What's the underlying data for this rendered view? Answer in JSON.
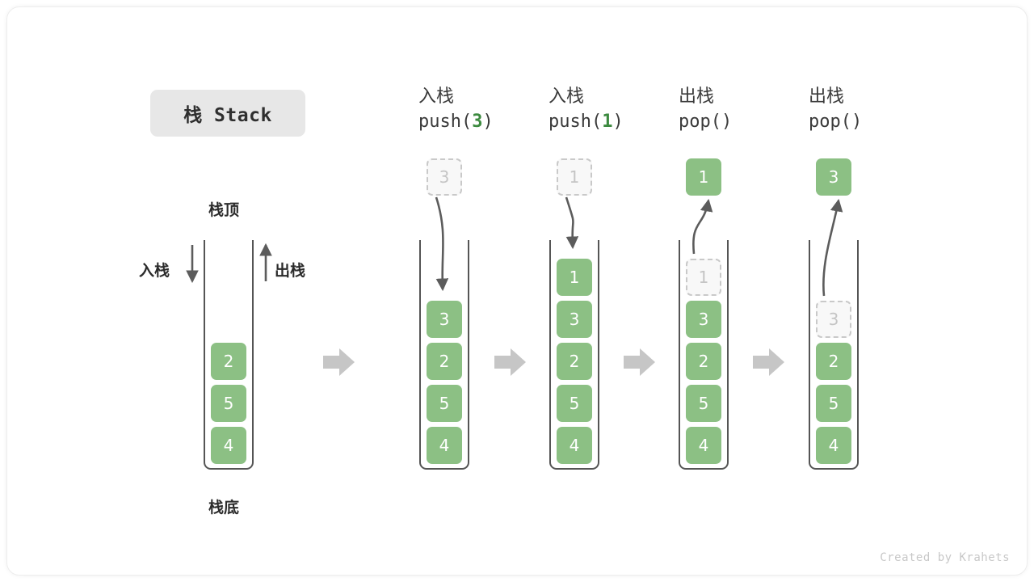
{
  "meta": {
    "title_chip": "栈 Stack",
    "footer": "Created by Krahets"
  },
  "colors": {
    "element_fill": "#8cc084",
    "element_text": "#ffffff",
    "ghost_fill": "#f8f8f8",
    "ghost_border": "#c9c9c9",
    "ghost_text": "#c5c5c5",
    "container_border": "#555555",
    "arrow_gray": "#5c5c5c",
    "block_arrow": "#c6c6c6",
    "accent_green_text": "#3c8a3f",
    "chip_bg": "#e7e7e7",
    "label_text": "#2b2b2b"
  },
  "initial": {
    "top_label": "栈顶",
    "bottom_label": "栈底",
    "push_label": "入栈",
    "pop_label": "出栈",
    "elements": [
      "2",
      "5",
      "4"
    ]
  },
  "stages": [
    {
      "id": "push-3",
      "head_cn": "入栈",
      "head_code_pre": "push(",
      "head_code_arg": "3",
      "head_code_post": ")",
      "op": "push",
      "floating_value": "3",
      "floating_style": "ghost",
      "elements": [
        {
          "value": "3",
          "style": "filled"
        },
        {
          "value": "2",
          "style": "filled"
        },
        {
          "value": "5",
          "style": "filled"
        },
        {
          "value": "4",
          "style": "filled"
        }
      ]
    },
    {
      "id": "push-1",
      "head_cn": "入栈",
      "head_code_pre": "push(",
      "head_code_arg": "1",
      "head_code_post": ")",
      "op": "push",
      "floating_value": "1",
      "floating_style": "ghost",
      "elements": [
        {
          "value": "1",
          "style": "filled"
        },
        {
          "value": "3",
          "style": "filled"
        },
        {
          "value": "2",
          "style": "filled"
        },
        {
          "value": "5",
          "style": "filled"
        },
        {
          "value": "4",
          "style": "filled"
        }
      ]
    },
    {
      "id": "pop-1",
      "head_cn": "出栈",
      "head_code_pre": "pop(",
      "head_code_arg": "",
      "head_code_post": ")",
      "op": "pop",
      "floating_value": "1",
      "floating_style": "filled",
      "elements": [
        {
          "value": "1",
          "style": "ghost"
        },
        {
          "value": "3",
          "style": "filled"
        },
        {
          "value": "2",
          "style": "filled"
        },
        {
          "value": "5",
          "style": "filled"
        },
        {
          "value": "4",
          "style": "filled"
        }
      ]
    },
    {
      "id": "pop-3",
      "head_cn": "出栈",
      "head_code_pre": "pop(",
      "head_code_arg": "",
      "head_code_post": ")",
      "op": "pop",
      "floating_value": "3",
      "floating_style": "filled",
      "elements": [
        {
          "value": "3",
          "style": "ghost"
        },
        {
          "value": "2",
          "style": "filled"
        },
        {
          "value": "5",
          "style": "filled"
        },
        {
          "value": "4",
          "style": "filled"
        }
      ]
    }
  ]
}
